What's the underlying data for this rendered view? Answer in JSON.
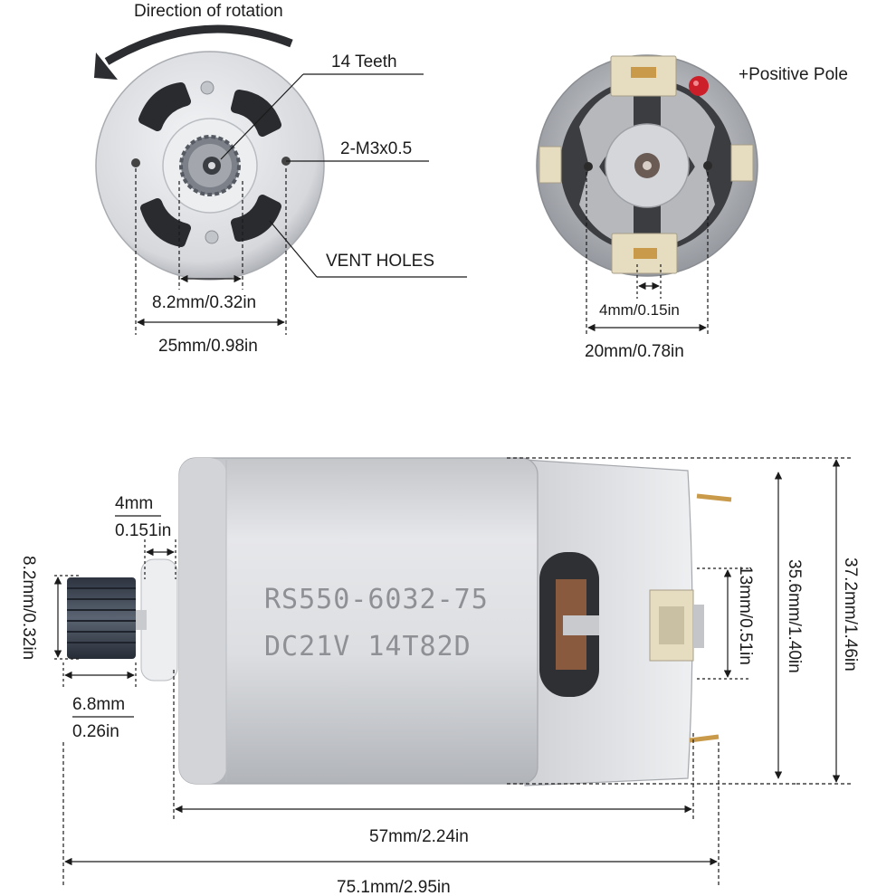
{
  "labels": {
    "direction": "Direction of rotation",
    "teeth": "14 Teeth",
    "screws": "2-M3x0.5",
    "vent": "VENT HOLES",
    "positive": "+Positive Pole"
  },
  "dimensions": {
    "front_shaft": "8.2mm/0.32in",
    "front_holes": "25mm/0.98in",
    "rear_shaft": "4mm/0.15in",
    "rear_holes": "20mm/0.78in",
    "boss_mm": "4mm",
    "boss_in": "0.151in",
    "gear_dia": "8.2mm/0.32in",
    "gear_len_mm": "6.8mm",
    "gear_len_in": "0.26in",
    "terminal_span": "13mm/0.51in",
    "body_dia": "35.6mm/1.40in",
    "overall_height": "37.2mm/1.46in",
    "body_length": "57mm/2.24in",
    "total_length": "75.1mm/2.95in"
  },
  "motor": {
    "model": "RS550-6032-75",
    "spec": "DC21V  14T82D"
  },
  "colors": {
    "line": "#1b1b1b",
    "body": "#d9dbde",
    "positive_marker": "#cc1f2a",
    "terminal_metal": "#c99a4a"
  }
}
